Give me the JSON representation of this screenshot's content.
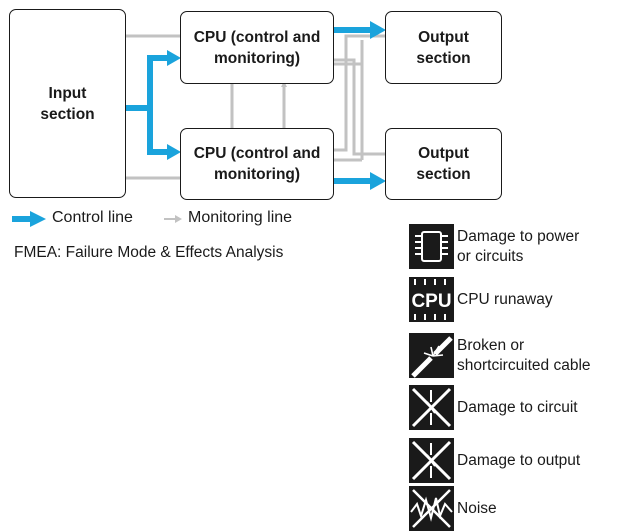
{
  "diagram": {
    "input_label": "Input\nsection",
    "cpu_top_label": "CPU (control and\nmonitoring)",
    "cpu_bottom_label": "CPU (control and\nmonitoring)",
    "output_top_label": "Output\nsection",
    "output_bottom_label": "Output\nsection"
  },
  "legend": {
    "control_label": "Control line",
    "monitoring_label": "Monitoring line",
    "control_color": "#1aa3dc",
    "monitoring_color": "#c2c2c2"
  },
  "fmea_note": "FMEA: Failure Mode & Effects Analysis",
  "failures": [
    {
      "icon": "chip-damage-icon",
      "label": "Damage to power\nor circuits"
    },
    {
      "icon": "cpu-runaway-icon",
      "icon_text": "CPU",
      "label": "CPU runaway"
    },
    {
      "icon": "broken-cable-icon",
      "label": "Broken or\nshortcircuited cable"
    },
    {
      "icon": "circuit-damage-icon",
      "label": "Damage to circuit"
    },
    {
      "icon": "output-damage-icon",
      "label": "Damage to output"
    },
    {
      "icon": "noise-icon",
      "label": "Noise"
    }
  ]
}
